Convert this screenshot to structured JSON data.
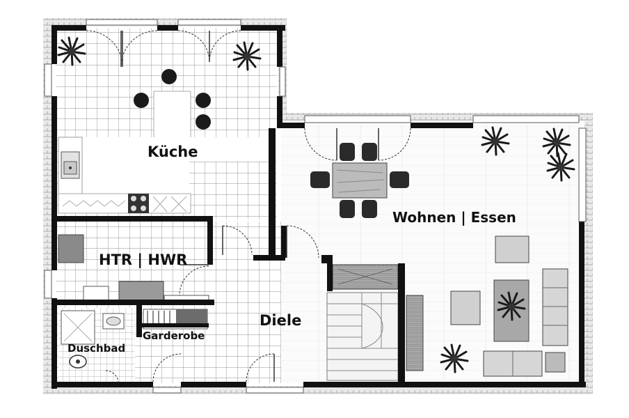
{
  "rooms": {
    "kueche": "Küche",
    "wohnen_essen": "Wohnen | Essen",
    "htr_hwr": "HTR | HWR",
    "diele": "Diele",
    "garderobe": "Garderobe",
    "duschbad": "Duschbad"
  },
  "colors": {
    "wall": "#111111",
    "outer_wall_hatch": "#bdbdbd",
    "tile_grid": "#9a9a9a",
    "furniture_gray": "#8c8c8c",
    "wood": "#b8b8b8"
  },
  "icons": [
    "plant-icon",
    "chair-icon",
    "sink-icon",
    "stove-icon",
    "toilet-icon",
    "shower-icon",
    "sofa-icon",
    "table-icon",
    "stairs-icon"
  ]
}
